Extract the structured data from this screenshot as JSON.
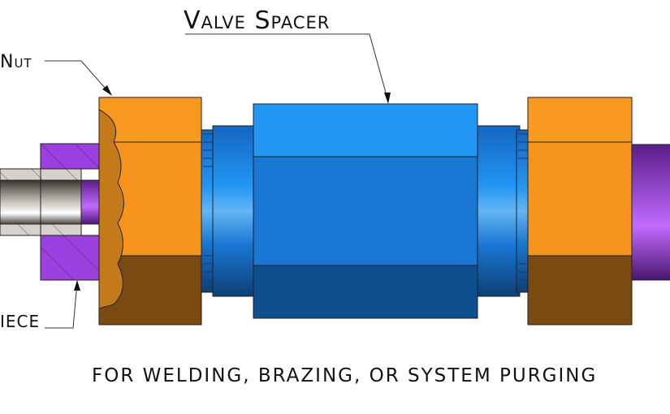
{
  "labels": {
    "title": "Valve Spacer",
    "nut": "Nut",
    "piece": "IECE",
    "caption": "FOR WELDING, BRAZING, OR SYSTEM PURGING"
  },
  "colors": {
    "nut_orange": "#F7941D",
    "nut_dark": "#7A4A12",
    "spacer_blue": "#1E88E5",
    "spacer_dark": "#0D4F8F",
    "purple": "#9B3FE0",
    "tube_grey": "#D6D1CC"
  }
}
